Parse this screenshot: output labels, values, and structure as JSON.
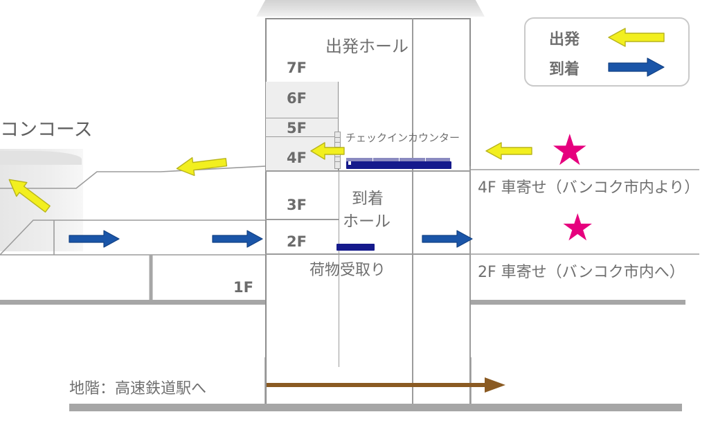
{
  "diagram": {
    "title": "airport-terminal-cross-section",
    "colors": {
      "departure_arrow": "#ece81a",
      "arrival_arrow": "#1a55a8",
      "star": "#e6007e",
      "counter": "#151a8c",
      "rail_arrow": "#8a5a22",
      "structure": "#9b9b9b",
      "text": "#6f6f6f"
    }
  },
  "legend": {
    "departure_label": "出発",
    "arrival_label": "到着",
    "departure_icon": "left-arrow-yellow-icon",
    "arrival_icon": "right-arrow-blue-icon"
  },
  "building": {
    "hall_departure": "出発ホール",
    "hall_arrival_line1": "到着",
    "hall_arrival_line2": "ホール",
    "checkin_counter": "チェックインカウンター",
    "baggage_claim": "荷物受取り",
    "floors": [
      {
        "label": "7F"
      },
      {
        "label": "6F"
      },
      {
        "label": "5F"
      },
      {
        "label": "4F"
      },
      {
        "label": "3F"
      },
      {
        "label": "2F"
      },
      {
        "label": "1F"
      }
    ]
  },
  "left_side": {
    "concourse_label": "コンコース"
  },
  "right_side": {
    "curb_4f": "4F 車寄せ（バンコク市内より）",
    "curb_2f": "2F 車寄せ（バンコク市内へ）"
  },
  "bottom": {
    "basement_label": "地階：高速鉄道駅へ"
  },
  "icons": {
    "star_glyph": "★",
    "escalator": "escalator-icon"
  }
}
